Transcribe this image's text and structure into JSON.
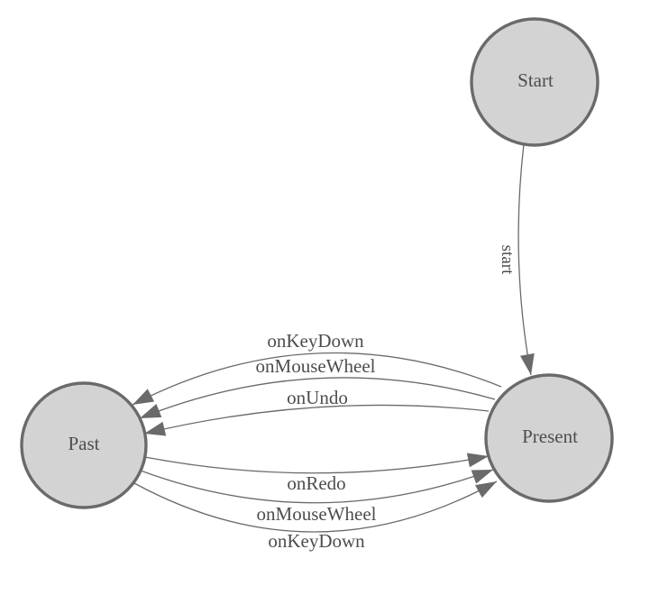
{
  "diagram": {
    "type": "state-diagram",
    "colors": {
      "background": "#ffffff",
      "node_fill": "#d3d3d3",
      "node_stroke": "#6a6a6a",
      "edge": "#6a6a6a",
      "arrow": "#6a6a6a",
      "text": "#4d4d4d"
    },
    "nodes": [
      {
        "id": "start",
        "label": "Start"
      },
      {
        "id": "past",
        "label": "Past"
      },
      {
        "id": "present",
        "label": "Present"
      }
    ],
    "edges": [
      {
        "from": "Start",
        "to": "Present",
        "label": "start"
      },
      {
        "from": "Present",
        "to": "Past",
        "label": "onKeyDown"
      },
      {
        "from": "Present",
        "to": "Past",
        "label": "onMouseWheel"
      },
      {
        "from": "Present",
        "to": "Past",
        "label": "onUndo"
      },
      {
        "from": "Past",
        "to": "Present",
        "label": "onRedo"
      },
      {
        "from": "Past",
        "to": "Present",
        "label": "onMouseWheel"
      },
      {
        "from": "Past",
        "to": "Present",
        "label": "onKeyDown"
      }
    ]
  }
}
